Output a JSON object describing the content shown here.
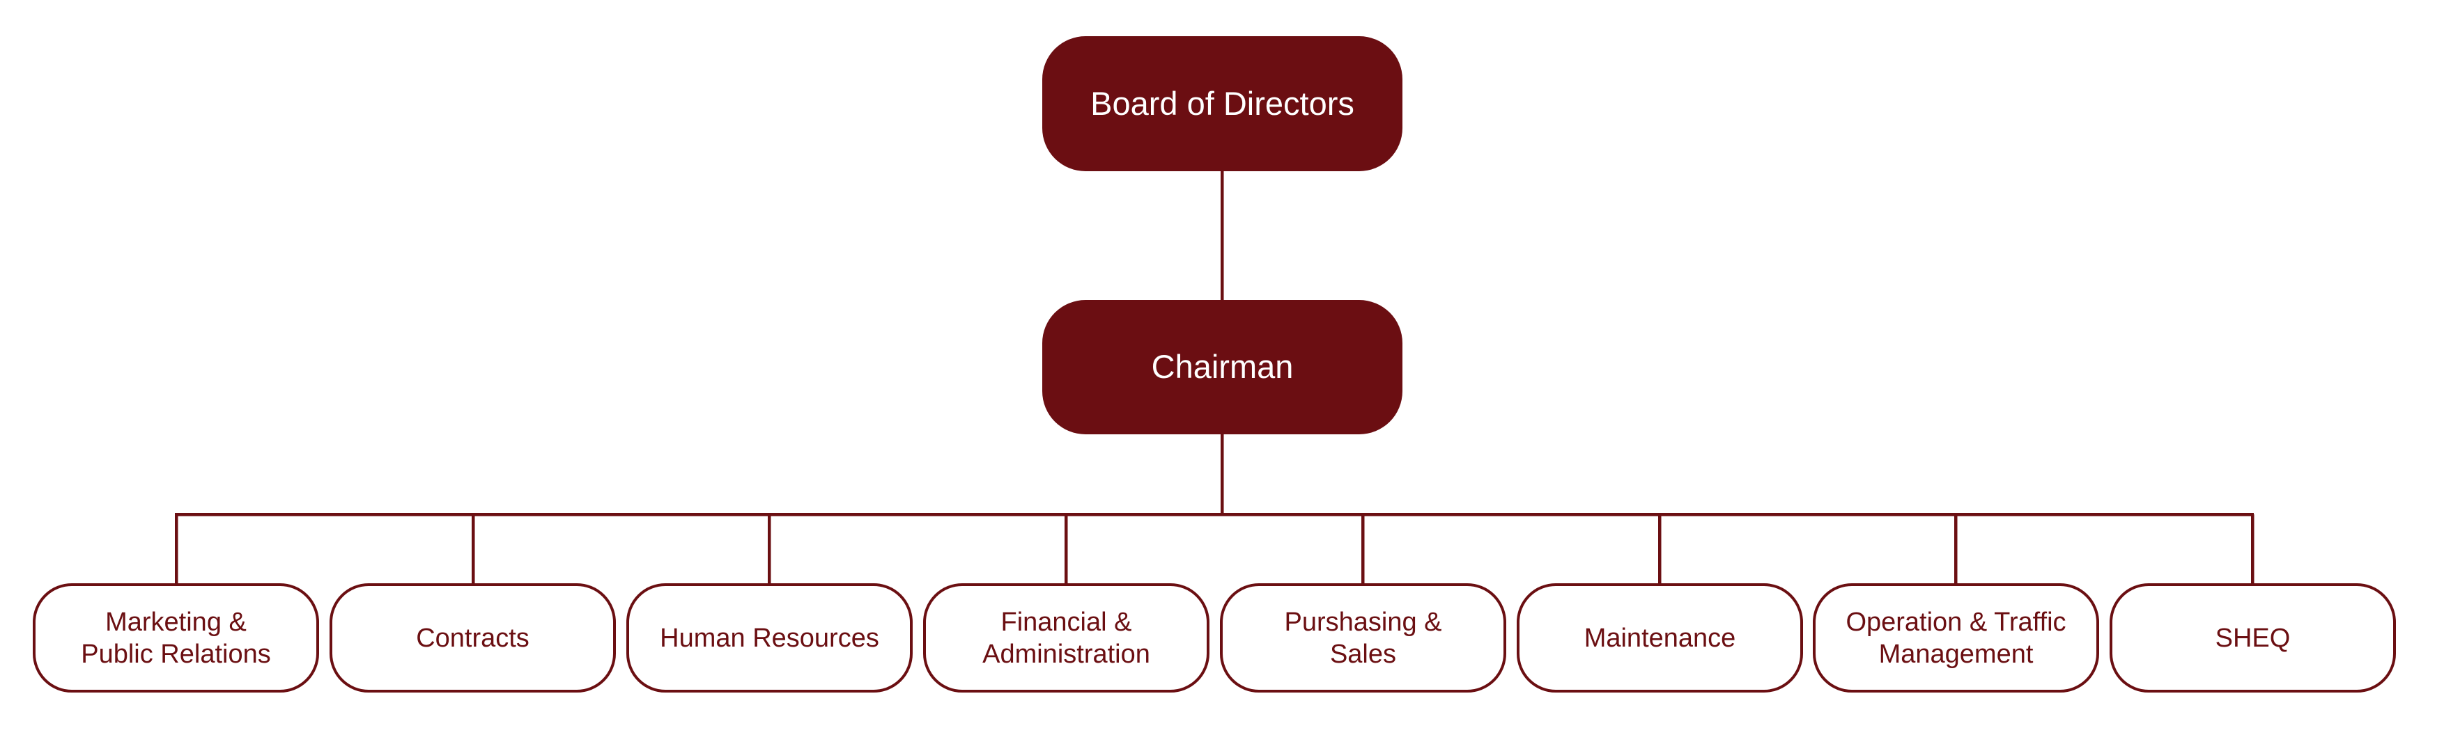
{
  "diagram": {
    "colors": {
      "primary": "#6b0e12",
      "node_text_light": "#ffffff",
      "department_text": "#6b0f12",
      "department_fill": "#ffffff"
    },
    "board": {
      "label": "Board of Directors"
    },
    "chairman": {
      "label": "Chairman"
    },
    "departments": [
      {
        "label": "Marketing &\nPublic Relations"
      },
      {
        "label": "Contracts"
      },
      {
        "label": "Human Resources"
      },
      {
        "label": "Financial &\nAdministration"
      },
      {
        "label": "Purshasing &\nSales"
      },
      {
        "label": "Maintenance"
      },
      {
        "label": "Operation & Traffic\nManagement"
      },
      {
        "label": "SHEQ"
      }
    ]
  }
}
